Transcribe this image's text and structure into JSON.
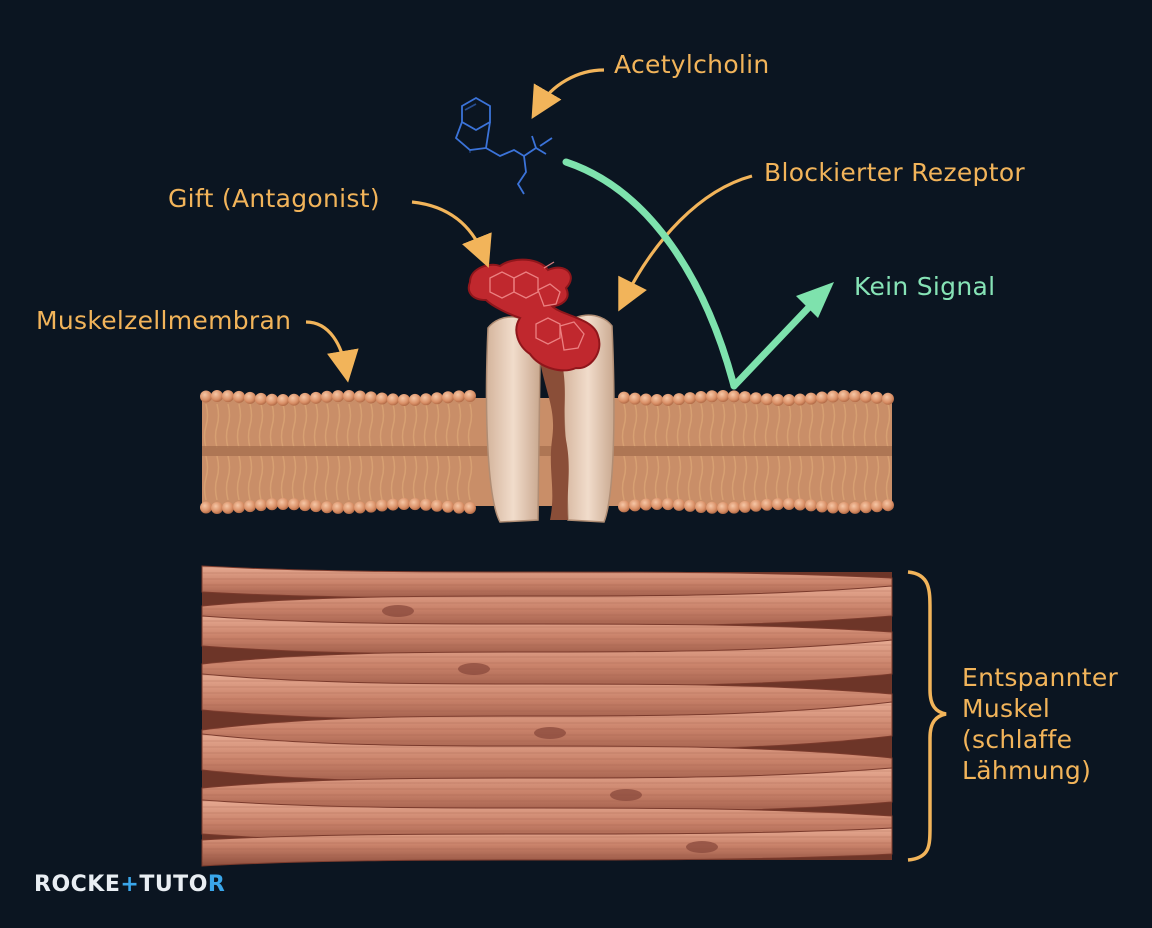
{
  "labels": {
    "acetylcholin": "Acetylcholin",
    "gift": "Gift (Antagonist)",
    "blockierter_rezeptor": "Blockierter Rezeptor",
    "muskelzellmembran": "Muskelzellmembran",
    "kein_signal": "Kein Signal",
    "muskel_lines": [
      "Entspannter",
      "Muskel",
      "(schlaffe",
      "Lähmung)"
    ]
  },
  "logo": {
    "part1": "ROCKE",
    "plus": "+",
    "part2": "TUTO",
    "end": "R"
  },
  "colors": {
    "background": "#0b1521",
    "label": "#f2b45a",
    "signal_arrow": "#7ee2ad",
    "acetylcholine_molecule": "#3b73d9",
    "antagonist": "#c0282e",
    "membrane": "#e2a27c",
    "muscle": "#c9826a",
    "logo_accent": "#3aa6ea"
  },
  "icons": [
    "acetylcholine-molecule-icon",
    "antagonist-molecule-icon",
    "receptor-channel-icon"
  ]
}
